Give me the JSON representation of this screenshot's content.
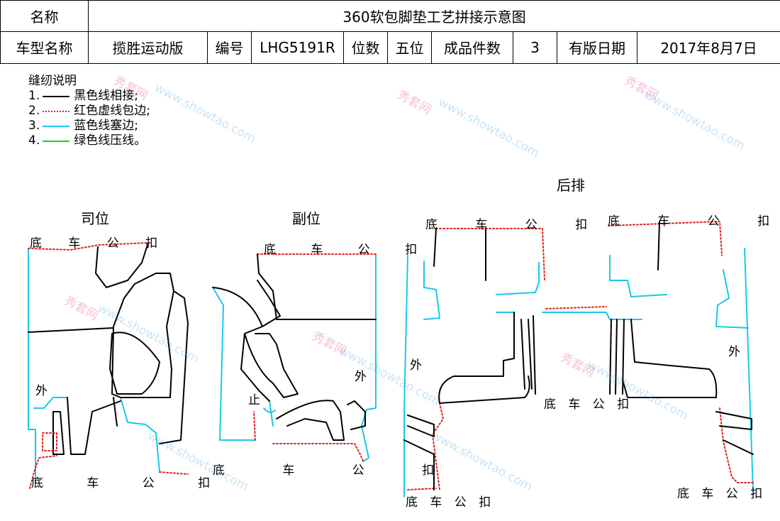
{
  "header": {
    "name_label": "名称",
    "doc_title": "360软包脚垫工艺拼接示意图",
    "model_label": "车型名称",
    "model_value": "揽胜运动版",
    "code_label": "编号",
    "code_value": "LHG5191R",
    "seats_label": "位数",
    "seats_value": "五位",
    "count_label": "成品件数",
    "count_value": "3",
    "date_label": "有版日期",
    "date_value": "2017年8月7日"
  },
  "legend": {
    "title": "缝纫说明",
    "items": [
      {
        "num": "1.",
        "text": "黑色线相接;",
        "color": "#000000",
        "style": "solid"
      },
      {
        "num": "2.",
        "text": "红色虚线包边;",
        "color": "#e02020",
        "style": "dotted"
      },
      {
        "num": "3.",
        "text": "蓝色线塞边;",
        "color": "#19c8e8",
        "style": "solid"
      },
      {
        "num": "4.",
        "text": "绿色线压线。",
        "color": "#1ad11a",
        "style": "solid"
      }
    ]
  },
  "colors": {
    "black": "#000000",
    "red": "#e02020",
    "cyan": "#19c8e8",
    "green": "#1ad11a"
  },
  "pieces": {
    "driver": {
      "title": "司位",
      "top_buckle": "底 车 公 扣",
      "bottom_buckle": "底 车 公 扣",
      "outer": "外"
    },
    "passenger": {
      "title": "副位",
      "top_buckle": "底 车 公 扣",
      "bottom_buckle": "底 车 公 扣",
      "outer": "外",
      "stop": "止"
    },
    "rear": {
      "title": "后排",
      "left_top_buckle": "底 车 公 扣",
      "right_top_buckle": "底 车 公 扣",
      "left_outer": "外",
      "right_outer": "外",
      "middle_buckle": "底 车 公 扣",
      "left_bottom_buckle": "底 车 公 扣",
      "right_bottom_buckle": "底 车 公 扣"
    }
  },
  "watermark": {
    "brand": "秀套网",
    "site": "www.showtao.com"
  }
}
